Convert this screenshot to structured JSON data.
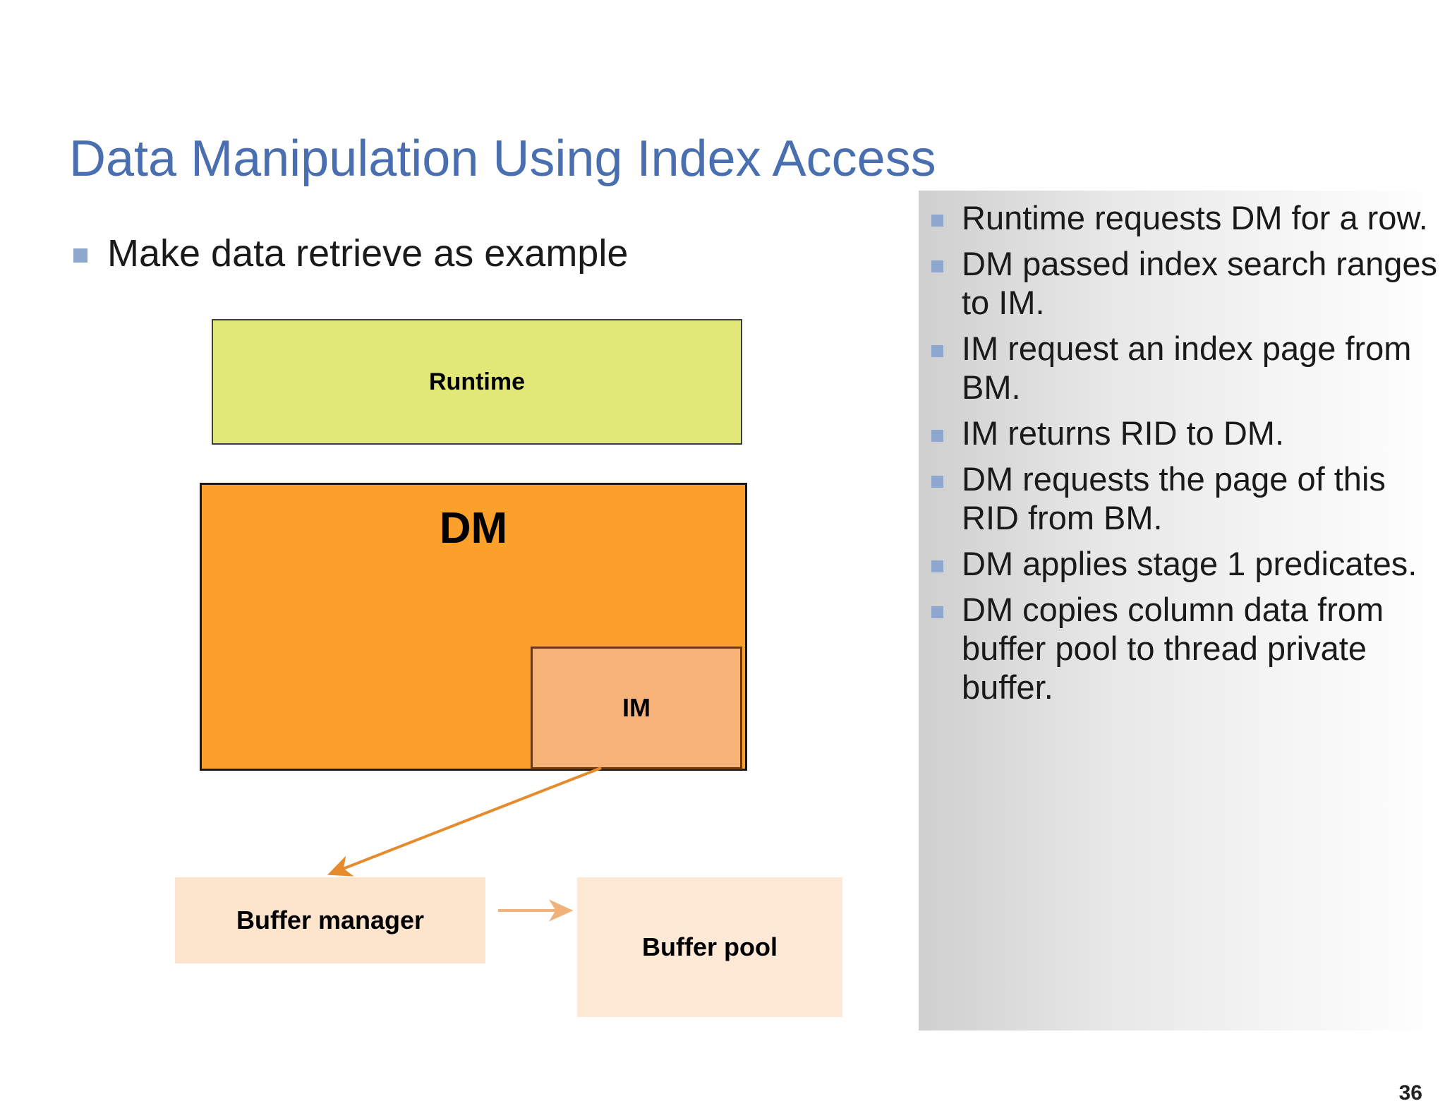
{
  "slide": {
    "title": "Data Manipulation Using Index Access",
    "page_number": "36",
    "accent_color": "#4a6fb0",
    "bullet_marker_color": "#8ea7cf"
  },
  "left": {
    "bullet": "Make data retrieve as example",
    "diagram": {
      "boxes": [
        {
          "name": "runtime",
          "label": "Runtime",
          "color": "#e2e878"
        },
        {
          "name": "dm",
          "label": "DM",
          "color": "#fca02c"
        },
        {
          "name": "im",
          "label": "IM",
          "color": "#f7b377"
        },
        {
          "name": "buffer-manager",
          "label": "Buffer manager",
          "color": "#fde4cd"
        },
        {
          "name": "buffer-pool",
          "label": "Buffer pool",
          "color": "#fde9d6"
        }
      ],
      "arrows": [
        {
          "name": "im-to-buffer-manager",
          "from": "IM",
          "to": "Buffer manager"
        },
        {
          "name": "buffer-manager-to-buffer-pool",
          "from": "Buffer manager",
          "to": "Buffer pool"
        }
      ]
    }
  },
  "right": {
    "items": [
      "Runtime requests DM for a row.",
      "DM passed index search ranges to IM.",
      "IM request an index page from BM.",
      "IM returns RID to DM.",
      "DM requests the page of this RID from BM.",
      "DM applies stage 1 predicates.",
      "DM copies column data from buffer pool to thread private buffer."
    ]
  }
}
